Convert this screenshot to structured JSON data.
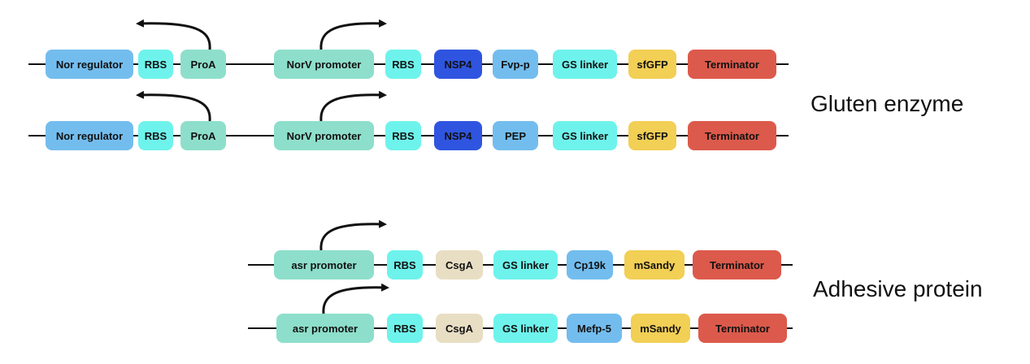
{
  "colors": {
    "regulator": "#73bdee",
    "rbs": "#6ef3ec",
    "proA": "#8ddfcb",
    "promoter": "#8ddfcb",
    "nsp4": "#2f55e0",
    "enzyme": "#73bdee",
    "linker": "#6ef3ec",
    "gfp": "#f2cf55",
    "terminator": "#dc5a4b",
    "csga": "#e8dec3",
    "backbone": "#111111"
  },
  "groups": [
    {
      "label": "Gluten enzyme"
    },
    {
      "label": "Adhesive protein"
    }
  ],
  "constructs": [
    {
      "group": 0,
      "parts": [
        {
          "label": "Nor regulator",
          "type": "regulator"
        },
        {
          "label": "RBS",
          "type": "rbs"
        },
        {
          "label": "ProA",
          "type": "proA",
          "promoter_arrow": "left"
        },
        {
          "label": "NorV promoter",
          "type": "promoter",
          "promoter_arrow": "right"
        },
        {
          "label": "RBS",
          "type": "rbs"
        },
        {
          "label": "NSP4",
          "type": "nsp4"
        },
        {
          "label": "Fvp-p",
          "type": "enzyme"
        },
        {
          "label": "GS linker",
          "type": "linker"
        },
        {
          "label": "sfGFP",
          "type": "gfp"
        },
        {
          "label": "Terminator",
          "type": "terminator"
        }
      ]
    },
    {
      "group": 0,
      "parts": [
        {
          "label": "Nor regulator",
          "type": "regulator"
        },
        {
          "label": "RBS",
          "type": "rbs"
        },
        {
          "label": "ProA",
          "type": "proA",
          "promoter_arrow": "left"
        },
        {
          "label": "NorV promoter",
          "type": "promoter",
          "promoter_arrow": "right"
        },
        {
          "label": "RBS",
          "type": "rbs"
        },
        {
          "label": "NSP4",
          "type": "nsp4"
        },
        {
          "label": "PEP",
          "type": "enzyme"
        },
        {
          "label": "GS linker",
          "type": "linker"
        },
        {
          "label": "sfGFP",
          "type": "gfp"
        },
        {
          "label": "Terminator",
          "type": "terminator"
        }
      ]
    },
    {
      "group": 1,
      "parts": [
        {
          "label": "asr promoter",
          "type": "promoter",
          "promoter_arrow": "right"
        },
        {
          "label": "RBS",
          "type": "rbs"
        },
        {
          "label": "CsgA",
          "type": "csga"
        },
        {
          "label": "GS linker",
          "type": "linker"
        },
        {
          "label": "Cp19k",
          "type": "enzyme"
        },
        {
          "label": "mSandy",
          "type": "gfp"
        },
        {
          "label": "Terminator",
          "type": "terminator"
        }
      ]
    },
    {
      "group": 1,
      "parts": [
        {
          "label": "asr promoter",
          "type": "promoter",
          "promoter_arrow": "right"
        },
        {
          "label": "RBS",
          "type": "rbs"
        },
        {
          "label": "CsgA",
          "type": "csga"
        },
        {
          "label": "GS linker",
          "type": "linker"
        },
        {
          "label": "Mefp-5",
          "type": "enzyme"
        },
        {
          "label": "mSandy",
          "type": "gfp"
        },
        {
          "label": "Terminator",
          "type": "terminator"
        }
      ]
    }
  ]
}
